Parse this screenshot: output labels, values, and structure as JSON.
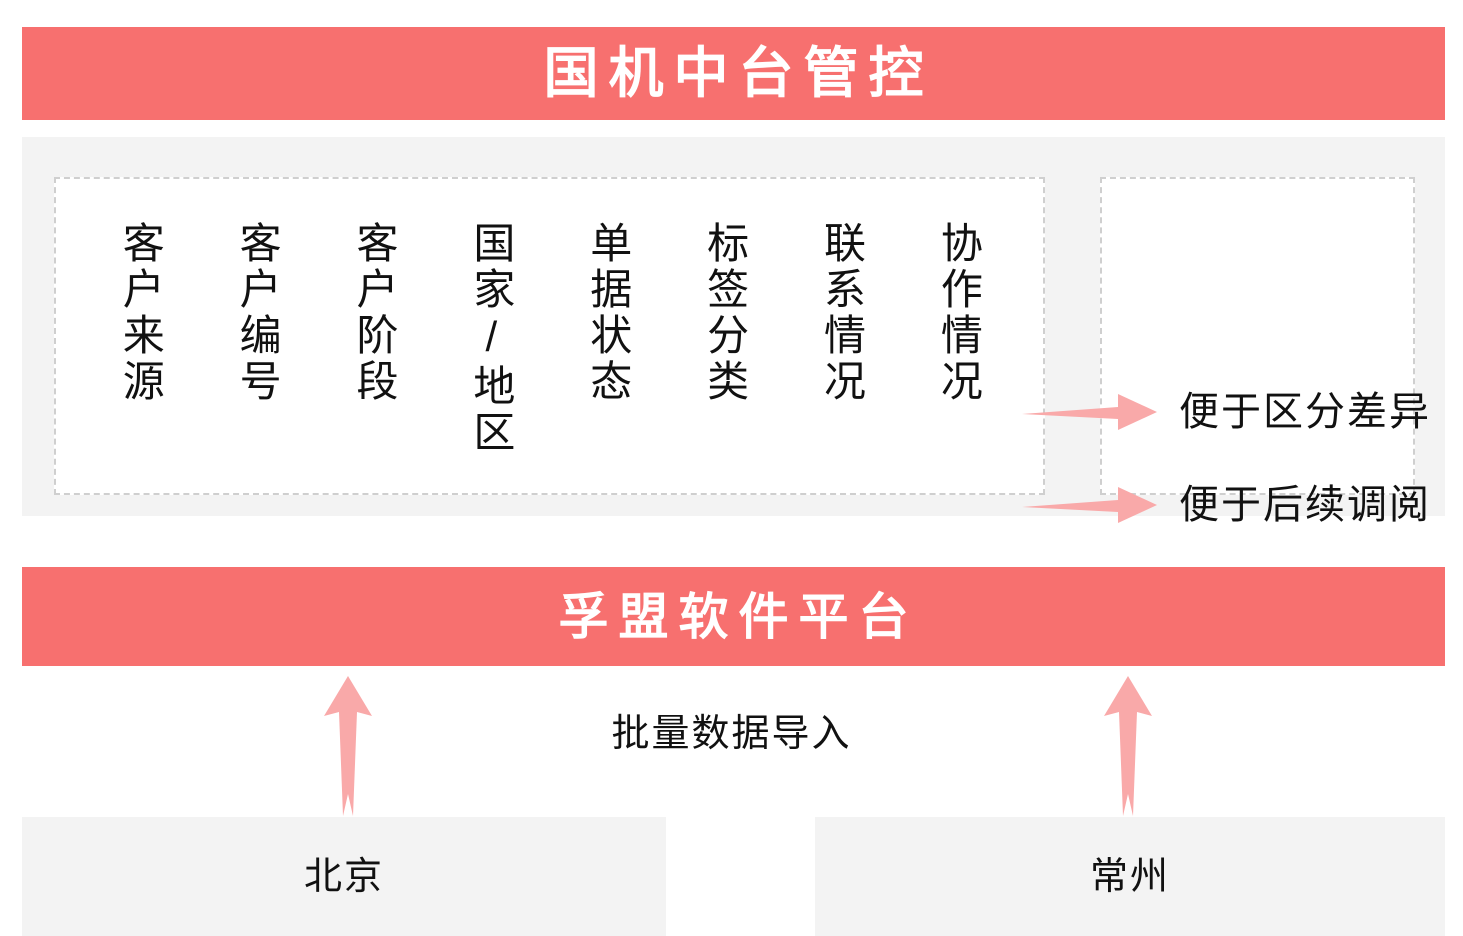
{
  "colors": {
    "banner_background": "#F7706F",
    "banner_text": "#FFFFFF",
    "arrow": "#F9A9A9",
    "panel_background": "#FFFFFF",
    "container_background": "#F3F3F3",
    "dashed_border": "#CFCFCF",
    "body_text": "#111111"
  },
  "banners": {
    "top": {
      "title": "国机中台管控"
    },
    "bottom": {
      "title": "孚盟软件平台"
    }
  },
  "fields_panel": {
    "columns": [
      {
        "label": "客户来源"
      },
      {
        "label": "客户编号"
      },
      {
        "label": "客户阶段"
      },
      {
        "label": "国家/地区"
      },
      {
        "label": "单据状态"
      },
      {
        "label": "标签分类"
      },
      {
        "label": "联系情况"
      },
      {
        "label": "协作情况"
      }
    ]
  },
  "benefits_panel": {
    "rows": [
      {
        "label": "便于区分差异",
        "arrow": "arrow-right-icon"
      },
      {
        "label": "便于后续调阅",
        "arrow": "arrow-right-icon"
      }
    ]
  },
  "import_zone": {
    "caption": "批量数据导入",
    "arrows": [
      {
        "name": "arrow-up-icon"
      },
      {
        "name": "arrow-up-icon"
      }
    ]
  },
  "sources": [
    {
      "label": "北京"
    },
    {
      "label": "常州"
    }
  ]
}
